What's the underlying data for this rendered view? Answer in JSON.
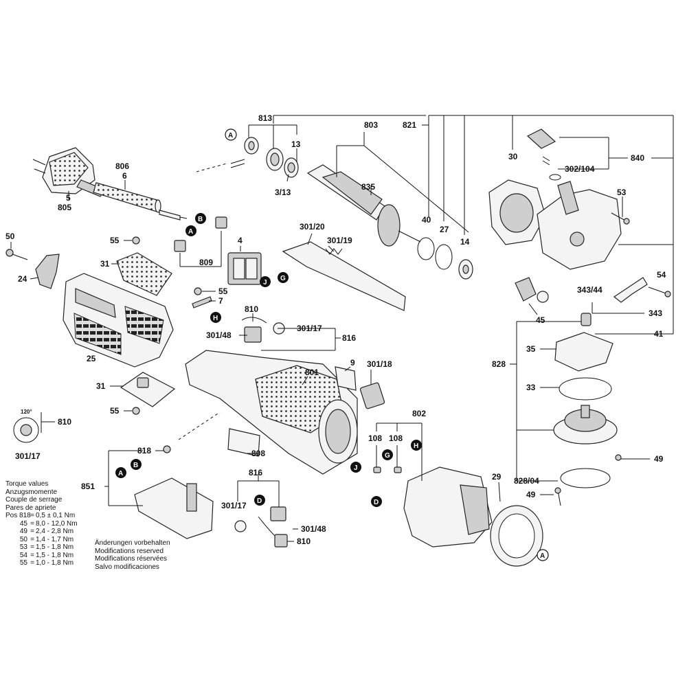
{
  "callouts": [
    {
      "id": "813",
      "text": "813"
    },
    {
      "id": "803",
      "text": "803"
    },
    {
      "id": "821",
      "text": "821"
    },
    {
      "id": "13",
      "text": "13"
    },
    {
      "id": "3-13",
      "text": "3/13"
    },
    {
      "id": "835",
      "text": "835"
    },
    {
      "id": "806",
      "text": "806"
    },
    {
      "id": "6",
      "text": "6"
    },
    {
      "id": "5",
      "text": "5"
    },
    {
      "id": "805",
      "text": "805"
    },
    {
      "id": "30",
      "text": "30"
    },
    {
      "id": "840",
      "text": "840"
    },
    {
      "id": "302-104",
      "text": "302/104"
    },
    {
      "id": "53",
      "text": "53"
    },
    {
      "id": "40",
      "text": "40"
    },
    {
      "id": "27",
      "text": "27"
    },
    {
      "id": "14",
      "text": "14"
    },
    {
      "id": "301-20",
      "text": "301/20"
    },
    {
      "id": "301-19",
      "text": "301/19"
    },
    {
      "id": "50",
      "text": "50"
    },
    {
      "id": "24",
      "text": "24"
    },
    {
      "id": "55-top",
      "text": "55"
    },
    {
      "id": "31-top",
      "text": "31"
    },
    {
      "id": "809",
      "text": "809"
    },
    {
      "id": "4",
      "text": "4"
    },
    {
      "id": "54",
      "text": "54"
    },
    {
      "id": "343-44",
      "text": "343/44"
    },
    {
      "id": "343",
      "text": "343"
    },
    {
      "id": "45",
      "text": "45"
    },
    {
      "id": "41",
      "text": "41"
    },
    {
      "id": "55-mid",
      "text": "55"
    },
    {
      "id": "7",
      "text": "7"
    },
    {
      "id": "810-top",
      "text": "810"
    },
    {
      "id": "301-17-top",
      "text": "301/17"
    },
    {
      "id": "301-48-top",
      "text": "301/48"
    },
    {
      "id": "816-top",
      "text": "816"
    },
    {
      "id": "25",
      "text": "25"
    },
    {
      "id": "9",
      "text": "9"
    },
    {
      "id": "801",
      "text": "801"
    },
    {
      "id": "301-18",
      "text": "301/18"
    },
    {
      "id": "828",
      "text": "828"
    },
    {
      "id": "35",
      "text": "35"
    },
    {
      "id": "33",
      "text": "33"
    },
    {
      "id": "31-bot",
      "text": "31"
    },
    {
      "id": "55-bot",
      "text": "55"
    },
    {
      "id": "120deg",
      "text": "120°"
    },
    {
      "id": "810-left",
      "text": "810"
    },
    {
      "id": "301-17-left",
      "text": "301/17"
    },
    {
      "id": "802",
      "text": "802"
    },
    {
      "id": "108a",
      "text": "108"
    },
    {
      "id": "108b",
      "text": "108"
    },
    {
      "id": "818",
      "text": "818"
    },
    {
      "id": "808",
      "text": "808"
    },
    {
      "id": "851",
      "text": "851"
    },
    {
      "id": "49-mid",
      "text": "49"
    },
    {
      "id": "29",
      "text": "29"
    },
    {
      "id": "828-04",
      "text": "828/04"
    },
    {
      "id": "49-low",
      "text": "49"
    },
    {
      "id": "816-bot",
      "text": "816"
    },
    {
      "id": "301-17-bot",
      "text": "301/17"
    },
    {
      "id": "301-48-bot",
      "text": "301/48"
    },
    {
      "id": "810-bot",
      "text": "810"
    }
  ],
  "letters": {
    "A": "A",
    "B": "B",
    "D": "D",
    "G": "G",
    "H": "H",
    "J": "J"
  },
  "torque": {
    "headers": [
      "Torque values",
      "Anzugsmomente",
      "Couple de serrage",
      "Pares de apriete"
    ],
    "rows": [
      {
        "pos": "Pos 818",
        "eq": "=",
        "val": "0,5 ± 0,1 Nm"
      },
      {
        "pos": "45",
        "eq": "=",
        "val": "8,0 - 12,0 Nm"
      },
      {
        "pos": "49",
        "eq": "=",
        "val": "2,4 - 2,8 Nm"
      },
      {
        "pos": "50",
        "eq": "=",
        "val": "1,4 - 1,7 Nm"
      },
      {
        "pos": "53",
        "eq": "=",
        "val": "1,5 - 1,8 Nm"
      },
      {
        "pos": "54",
        "eq": "=",
        "val": "1,5 - 1,8 Nm"
      },
      {
        "pos": "55",
        "eq": "=",
        "val": "1,0 - 1,8 Nm"
      }
    ]
  },
  "modifications": [
    "Änderungen vorbehalten",
    "Modifications reserved",
    "Modifications réservées",
    "Salvo modificaciones"
  ]
}
